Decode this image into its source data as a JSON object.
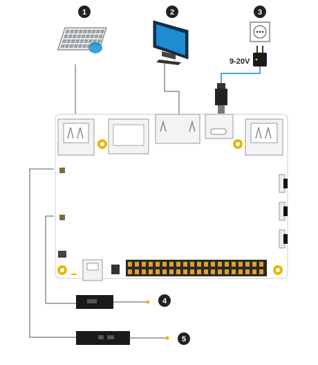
{
  "callouts": [
    {
      "number": "1",
      "icon": "keyboard-mouse-icon"
    },
    {
      "number": "2",
      "icon": "monitor-icon"
    },
    {
      "number": "3",
      "icon": "power-supply-icon"
    },
    {
      "number": "4",
      "icon": "wifi-antenna-icon"
    },
    {
      "number": "5",
      "icon": "wifi-antenna-icon"
    }
  ],
  "power": {
    "voltage_label": "9-20V"
  },
  "colors": {
    "outline": "#555555",
    "board_fill": "#ffffff",
    "board_stroke": "#cccccc",
    "pin_header": "#e0a020",
    "mount_hole": "#e6b800",
    "badge": "#222222",
    "cable": "#4aa3d8"
  }
}
